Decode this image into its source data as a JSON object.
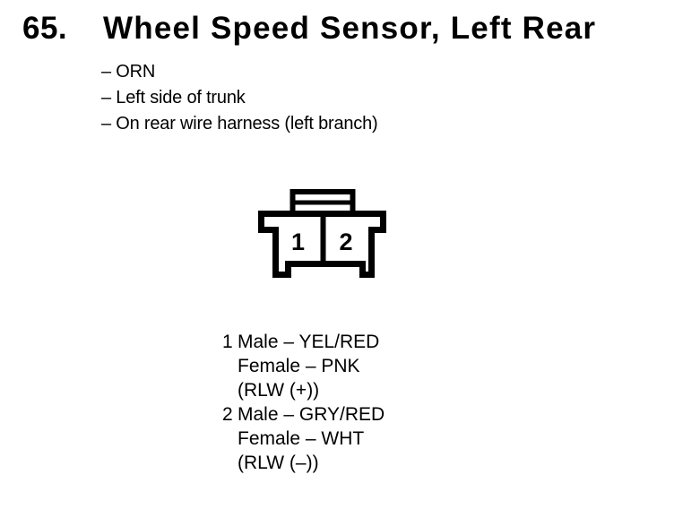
{
  "heading": {
    "number": "65.",
    "title": "Wheel Speed Sensor, Left Rear"
  },
  "details": [
    "– ORN",
    "– Left side of trunk",
    "– On rear wire harness (left branch)"
  ],
  "connector": {
    "cavities": [
      "1",
      "2"
    ]
  },
  "pins": [
    {
      "number": "1",
      "lines": [
        "Male – YEL/RED",
        "Female – PNK",
        "(RLW (+))"
      ]
    },
    {
      "number": "2",
      "lines": [
        "Male – GRY/RED",
        "Female – WHT",
        "(RLW (–))"
      ]
    }
  ],
  "colors": {
    "ink": "#000000",
    "background": "#ffffff"
  }
}
